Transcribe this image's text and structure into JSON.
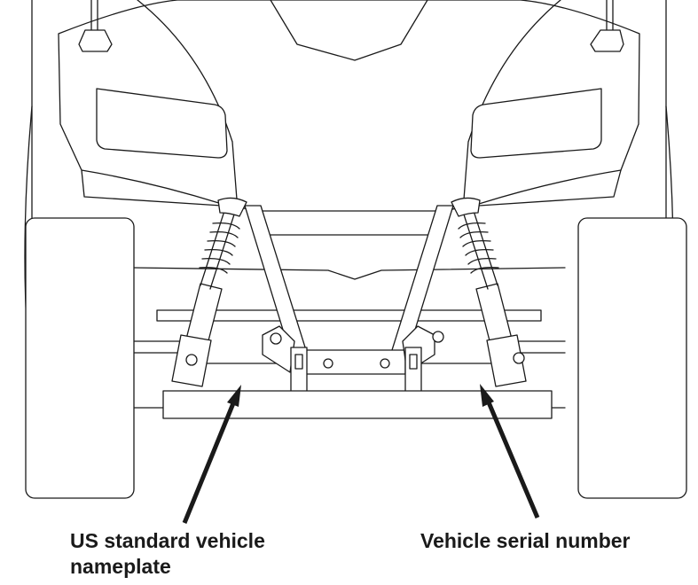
{
  "labels": {
    "nameplate_line1": "US standard vehicle",
    "nameplate_line2": "nameplate",
    "serial": "Vehicle serial number"
  }
}
